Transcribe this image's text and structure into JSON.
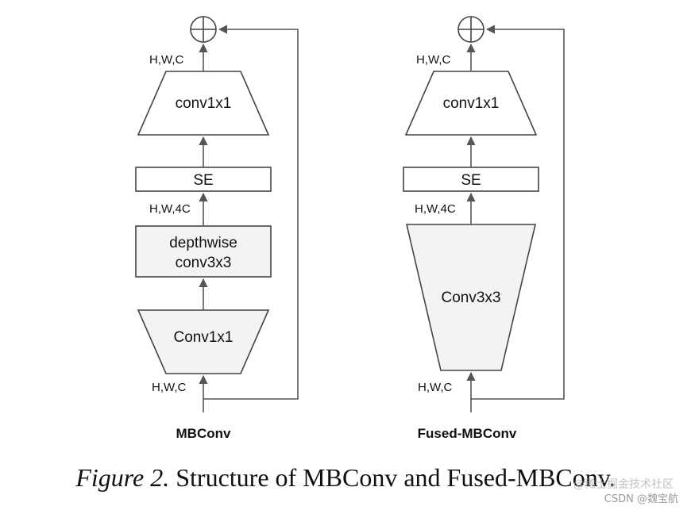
{
  "mbconv": {
    "title": "MBConv",
    "input_label": "H,W,C",
    "expand_label": "Conv1x1",
    "depthwise_line1": "depthwise",
    "depthwise_line2": "conv3x3",
    "mid_label": "H,W,4C",
    "se_label": "SE",
    "project_label": "conv1x1",
    "output_label": "H,W,C"
  },
  "fused_mbconv": {
    "title": "Fused-MBConv",
    "input_label": "H,W,C",
    "fused_label": "Conv3x3",
    "mid_label": "H,W,4C",
    "se_label": "SE",
    "project_label": "conv1x1",
    "output_label": "H,W,C"
  },
  "caption": {
    "figure_label": "Figure 2.",
    "text": "Structure of MBConv and Fused-MBConv."
  },
  "watermark": {
    "line1": "@稀土掘金技术社区",
    "line2": "CSDN @魏宝航"
  },
  "colors": {
    "block_fill": "#f3f3f3",
    "stroke": "#444444"
  }
}
